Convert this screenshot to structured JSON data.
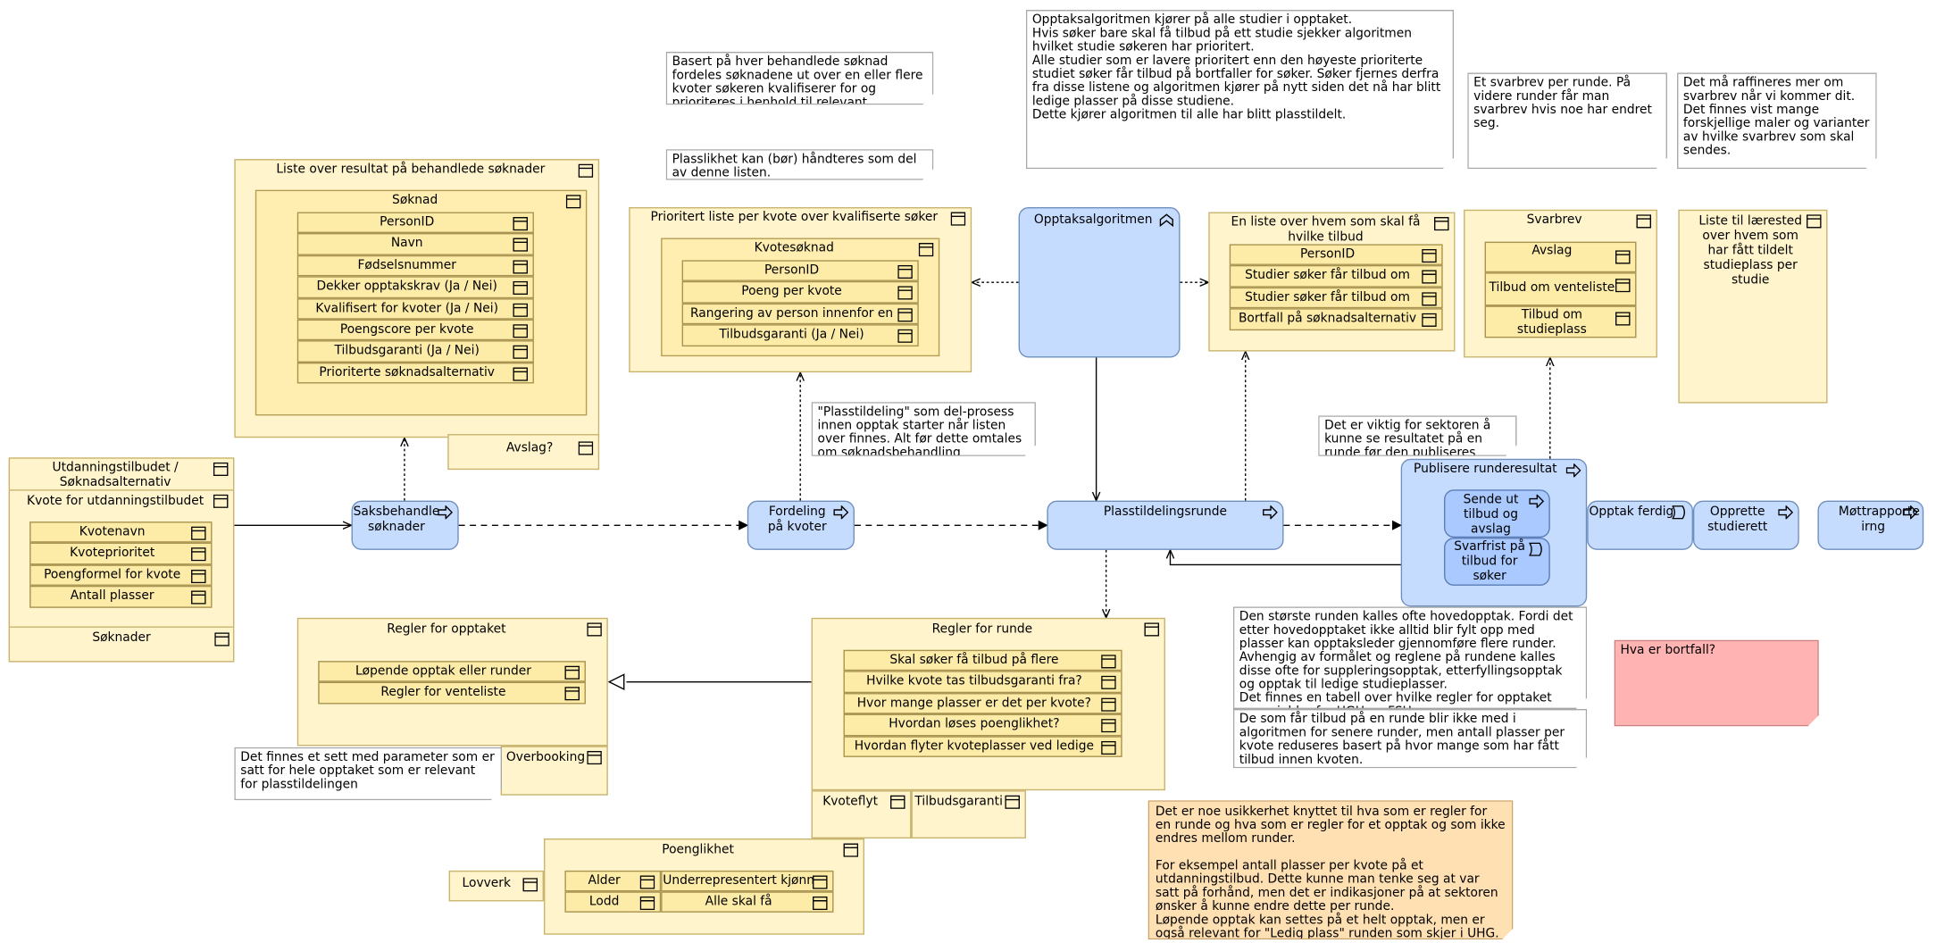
{
  "colors": {
    "data": "#fff4cc",
    "process": "#c6dcff",
    "note_orange": "#ffe0b3",
    "note_red": "#ffb3b3"
  },
  "notes": {
    "n_basert": "Basert på hver behandlede søknad fordeles søknadene ut over en eller flere kvoter søkeren kvalifiserer for og prioriteres i henhold til relevant poengscore",
    "n_plasslikhet": "Plasslikhet kan (bør) håndteres som del av denne listen.",
    "n_algoritme": "Opptaksalgoritmen kjører på alle studier i opptaket.\nHvis søker bare skal få tilbud på ett studie sjekker algoritmen hvilket studie søkeren har prioritert.\nAlle studier som er lavere prioritert enn den høyeste prioriterte studiet søker får tilbud på bortfaller for søker. Søker fjernes derfra fra disse listene og algoritmen kjører på nytt siden det nå har blitt ledige plasser på disse studiene.\nDette kjører algoritmen til alle har blitt plasstildelt.",
    "n_svarbrev": "Et svarbrev per runde. På videre runder får man svarbrev hvis noe har endret seg.",
    "n_raffineres": "Det må raffineres mer om svarbrev når vi kommer dit. Det finnes vist mange forskjellige maler og varianter av hvilke svarbrev som skal sendes.",
    "n_plasstildeling": "\"Plasstildeling\" som del-prosess innen opptak starter når listen over finnes. Alt før dette omtales om søknadsbehandling",
    "n_viktig": "Det er viktig for sektoren å kunne se resultatet på en runde før den publiseres",
    "n_storste": "Den største runden kalles ofte hovedopptak. Fordi det etter hovedopptaket ikke alltid blir fylt opp med plasser kan opptaksleder gjennomføre flere runder. Avhengig av formålet og reglene på rundene kalles disse ofte for suppleringsopptak, etterfyllingsopptak og opptak til ledige studieplasser.\nDet finnes en tabell over hvilke regler for opptaket som gjelder for UGH og FSU.",
    "n_desomfar": "De som får tilbud på en runde blir ikke med i algoritmen for senere runder, men antall plasser per kvote reduseres basert på hvor mange som har fått tilbud innen kvoten.",
    "n_parameter": "Det finnes et sett med parameter som er satt for hele opptaket som er relevant for plasstildelingen",
    "n_bortfall": "Hva er bortfall?",
    "n_usikkerhet": "Det er noe usikkerhet knyttet til hva som er regler for en runde og hva som er regler for et opptak og som ikke endres mellom runder.\n\nFor eksempel antall plasser per kvote på et utdanningstilbud. Dette kunne man tenke seg at var satt på forhånd, men det er indikasjoner på at sektoren ønsker å kunne endre dette per runde.\nLøpende opptak kan settes på et helt opptak, men er også relevant for \"Ledig plass\" runden som skjer i UHG."
  },
  "objects": {
    "liste_resultat": "Liste over resultat på behandlede søknader",
    "soknad": "Søknad",
    "soknad_attrs": [
      "PersonID",
      "Navn",
      "Fødselsnummer",
      "Dekker opptakskrav (Ja / Nei)",
      "Kvalifisert for kvoter (Ja / Nei)",
      "Poengscore per kvote",
      "Tilbudsgaranti (Ja / Nei)",
      "Prioriterte søknadsalternativ"
    ],
    "avslag_q": "Avslag?",
    "prioritert": "Prioritert liste per kvote over kvalifiserte søker",
    "kvotesoknad": "Kvotesøknad",
    "kvotesoknad_attrs": [
      "PersonID",
      "Poeng per kvote",
      "Rangering av person innenfor en",
      "Tilbudsgaranti (Ja / Nei)"
    ],
    "en_liste": "En liste over hvem som skal få hvilke tilbud",
    "en_liste_attrs": [
      "PersonID",
      "Studier søker får tilbud om",
      "Studier søker får tilbud om",
      "Bortfall på søknadsalternativ"
    ],
    "svarbrev": "Svarbrev",
    "svarbrev_attrs": [
      "Avslag",
      "Tilbud om venteliste",
      "Tilbud om studieplass"
    ],
    "liste_laerested": "Liste til lærested over hvem som har fått tildelt studieplass per studie",
    "utdanning": "Utdanningstilbudet / Søknadsalternativ",
    "kvote": "Kvote for utdanningstilbudet",
    "kvote_attrs": [
      "Kvotenavn",
      "Kvoteprioritet",
      "Poengformel for kvote",
      "Antall plasser"
    ],
    "soknader": "Søknader",
    "regler_opptak": "Regler for opptaket",
    "regler_opptak_attrs": [
      "Løpende opptak eller runder",
      "Regler for venteliste"
    ],
    "overbooking": "Overbooking",
    "regler_runde": "Regler for runde",
    "regler_runde_attrs": [
      "Skal søker få tilbud på flere",
      "Hvilke kvote tas tilbudsgaranti fra?",
      "Hvor mange plasser er det per kvote?",
      "Hvordan løses poenglikhet?",
      "Hvordan flyter kvoteplasser ved ledige"
    ],
    "kvoteflyt": "Kvoteflyt",
    "tilbudsgaranti": "Tilbudsgaranti",
    "poenglikhet": "Poenglikhet",
    "alder": "Alder",
    "lodd": "Lodd",
    "underrep": "Underrepresentert kjønn",
    "alle": "Alle skal få",
    "lovverk": "Lovverk"
  },
  "processes": {
    "opptaksalgoritmen": "Opptaksalgoritmen",
    "saksbehandle": "Saksbehandle søknader",
    "fordeling": "Fordeling på kvoter",
    "plasstildelingsrunde": "Plasstildelingsrunde",
    "publisere": "Publisere runderesultat",
    "sende_ut": "Sende ut tilbud og avslag",
    "svarfrist": "Svarfrist på tilbud for søker",
    "opptak_ferdig": "Opptak ferdig",
    "opprette": "Opprette studierett",
    "mottrapporte": "Møttrapporte irng"
  }
}
